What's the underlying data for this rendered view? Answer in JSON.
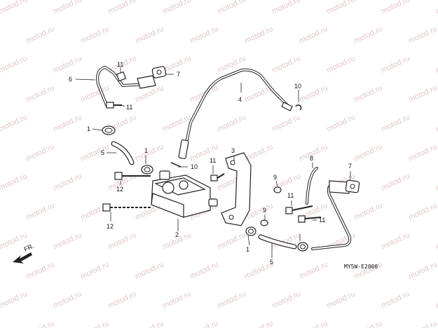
{
  "watermark": "motod.ru",
  "callouts": {
    "p1a": "1",
    "p1b": "1",
    "p1c": "1",
    "p2": "2",
    "p3": "3",
    "p4": "4",
    "p5a": "5",
    "p5b": "5",
    "p6": "6",
    "p7a": "7",
    "p7b": "7",
    "p8": "8",
    "p9a": "9",
    "p9b": "9",
    "p10a": "10",
    "p10b": "10",
    "p11a": "11",
    "p11b": "11",
    "p11c": "11",
    "p11d": "11",
    "p11e": "11",
    "p12a": "12",
    "p12b": "12"
  },
  "direction_label": "FR.",
  "diagram_code": "MY5W-E2000"
}
